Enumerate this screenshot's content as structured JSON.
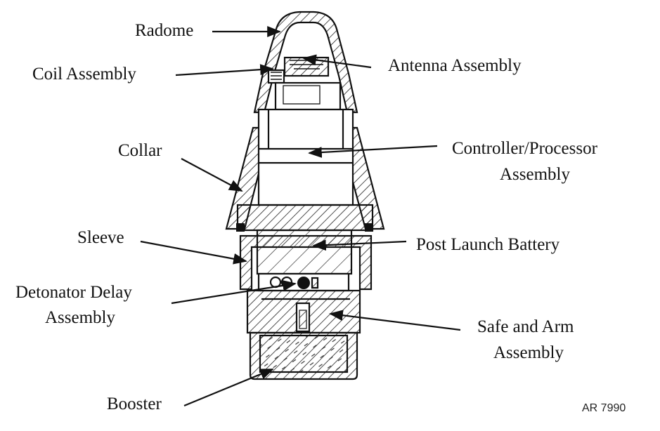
{
  "labels": {
    "radome": "Radome",
    "coil": "Coil Assembly",
    "antenna": "Antenna Assembly",
    "collar": "Collar",
    "controller_1": "Controller/Processor",
    "controller_2": "Assembly",
    "sleeve": "Sleeve",
    "battery": "Post Launch Battery",
    "detonator_1": "Detonator Delay",
    "detonator_2": "Assembly",
    "safe_arm_1": "Safe and Arm",
    "safe_arm_2": "Assembly",
    "booster": "Booster"
  },
  "reference": "AR 7990"
}
